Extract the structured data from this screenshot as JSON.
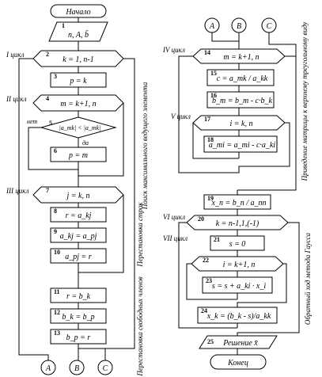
{
  "start_label": "Начало",
  "end_label": "Конец",
  "blocks": [
    {
      "num": "1",
      "text": "n, A, b̄"
    },
    {
      "num": "2",
      "text": "k = 1, n-1"
    },
    {
      "num": "3",
      "text": "p = k"
    },
    {
      "num": "4",
      "text": "m = k+1, n"
    },
    {
      "num": "5",
      "text": "|a_mk| < |a_mk|"
    },
    {
      "num": "6",
      "text": "p = m"
    },
    {
      "num": "7",
      "text": "j = k, n"
    },
    {
      "num": "8",
      "text": "r = a_kj"
    },
    {
      "num": "9",
      "text": "a_kj = a_pj"
    },
    {
      "num": "10",
      "text": "a_pj = r"
    },
    {
      "num": "11",
      "text": "r = b_k"
    },
    {
      "num": "12",
      "text": "b_k = b_p"
    },
    {
      "num": "13",
      "text": "b_p = r"
    },
    {
      "num": "14",
      "text": "m = k+1, n"
    },
    {
      "num": "15",
      "text": "c = a_mk / a_kk"
    },
    {
      "num": "16",
      "text": "b_m = b_m - c·b_k"
    },
    {
      "num": "17",
      "text": "i = k, n"
    },
    {
      "num": "18",
      "text": "a_mi = a_mi - c·a_ki"
    },
    {
      "num": "19",
      "text": "x_n = b_n / a_nn"
    },
    {
      "num": "20",
      "text": "k = n-1,1,(-1)"
    },
    {
      "num": "21",
      "text": "s = 0"
    },
    {
      "num": "22",
      "text": "i = k+1, n"
    },
    {
      "num": "23",
      "text": "s = s + a_ki · x_i"
    },
    {
      "num": "24",
      "text": "x_k = (b_k - s)/a_kk"
    },
    {
      "num": "25",
      "text": "Решение x̄"
    }
  ],
  "cycles": [
    "I цикл",
    "II цикл",
    "III цикл",
    "IV цикл",
    "V цикл",
    "VI цикл",
    "VII цикл"
  ],
  "branch": {
    "no": "нет",
    "yes": "да"
  },
  "connectors": [
    "A",
    "B",
    "C"
  ],
  "side_labels": [
    "Поиск максимального ведущего элемента",
    "Перестановка строк",
    "Перестановка свободных членов",
    "Приведение матрицы к верхнему треугольному виду",
    "Обратный ход метода Гаусса"
  ]
}
